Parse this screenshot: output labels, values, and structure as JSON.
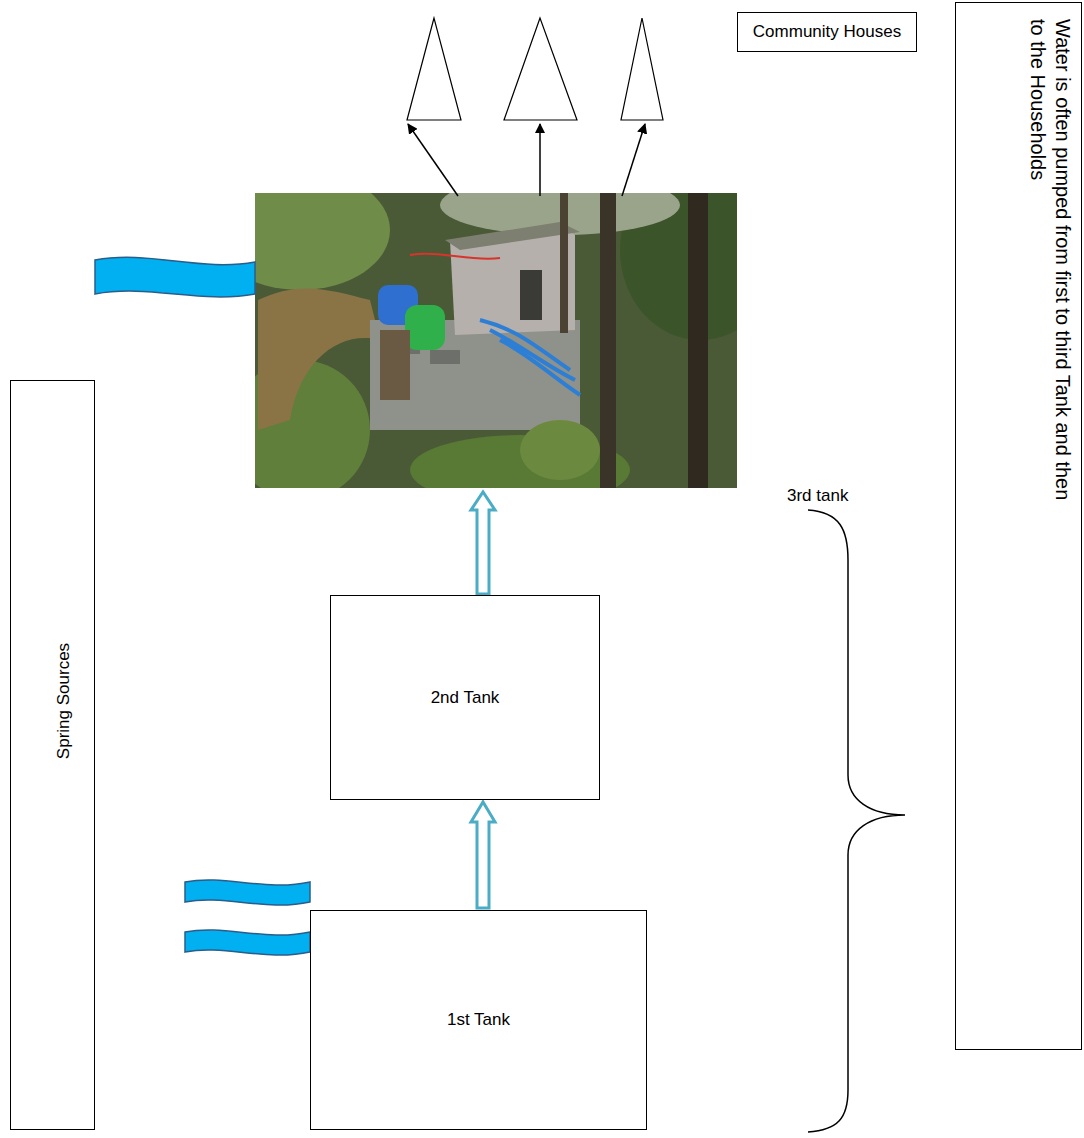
{
  "diagram": {
    "nodes": [
      {
        "text": [
          "Community Houses"
        ]
      },
      {
        "text": [
          "Spring Sources"
        ]
      },
      {
        "text": [
          "2nd Tank"
        ]
      },
      {
        "text": [
          "Water is often pumped from first to third Tank and then to the Households"
        ]
      },
      {
        "text": [
          "1st Tank"
        ]
      }
    ],
    "edges": [
      {
        "from": 4,
        "to": 2,
        "arrow": "to"
      }
    ],
    "labels": [
      "3rd tank"
    ]
  }
}
